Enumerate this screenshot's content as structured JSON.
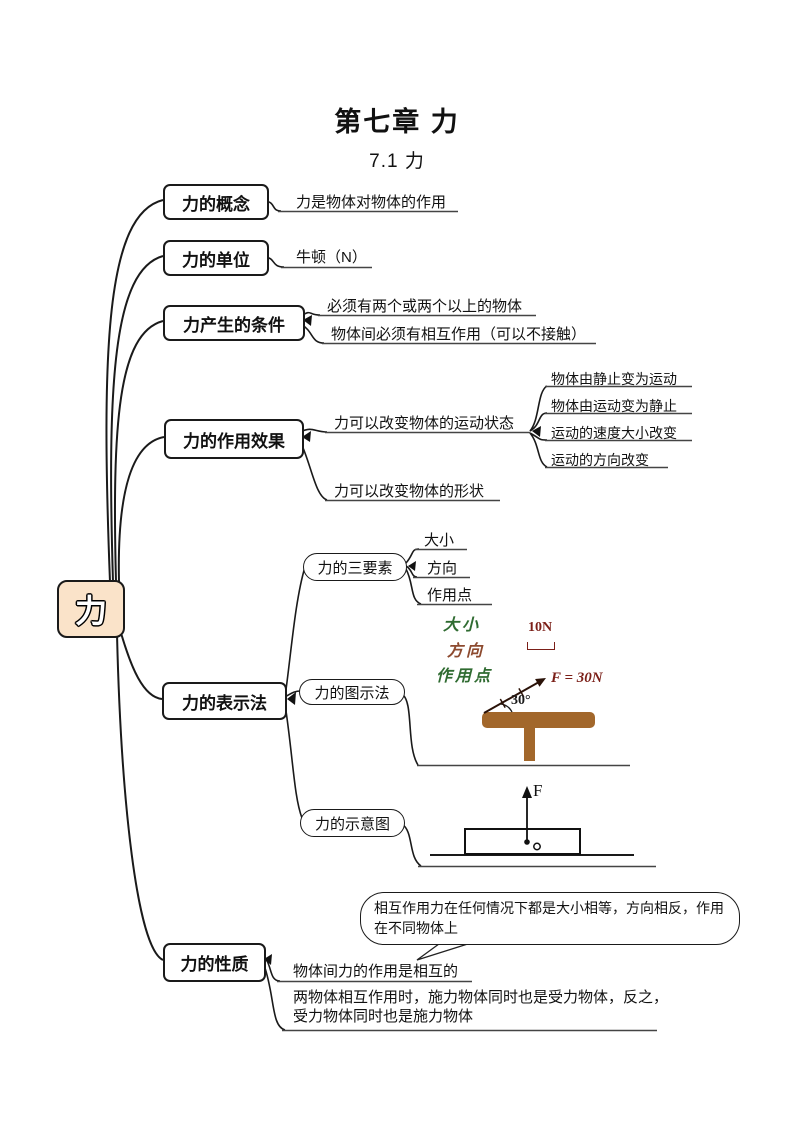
{
  "page": {
    "title": "第七章 力",
    "subtitle": "7.1 力"
  },
  "root": {
    "label": "力"
  },
  "branches": {
    "concept": {
      "label": "力的概念",
      "leaf": "力是物体对物体的作用"
    },
    "unit": {
      "label": "力的单位",
      "leaf": "牛顿（N）"
    },
    "conditions": {
      "label": "力产生的条件",
      "leaf1": "必须有两个或两个以上的物体",
      "leaf2": "物体间必须有相互作用（可以不接触）"
    },
    "effects": {
      "label": "力的作用效果",
      "leaf1": "力可以改变物体的运动状态",
      "leaf2": "力可以改变物体的形状",
      "sub1": "物体由静止变为运动",
      "sub2": "物体由运动变为静止",
      "sub3": "运动的速度大小改变",
      "sub4": "运动的方向改变"
    },
    "representation": {
      "label": "力的表示法",
      "three_elements": "力的三要素",
      "elem1": "大小",
      "elem2": "方向",
      "elem3": "作用点",
      "diagram_method": "力的图示法",
      "schematic": "力的示意图"
    },
    "properties": {
      "label": "力的性质",
      "callout": "相互作用力在任何情况下都是大小相等，方向相反，作用在不同物体上",
      "leaf1": "物体间力的作用是相互的",
      "leaf2": "两物体相互作用时，施力物体同时也是受力物体，反之，受力物体同时也是施力物体"
    }
  },
  "figure_force_diagram": {
    "label_magnitude": "大小",
    "label_direction": "方向",
    "label_point": "作用点",
    "scale": "10N",
    "force": "F = 30N",
    "angle": "30°"
  },
  "figure_schematic": {
    "force": "F"
  },
  "colors": {
    "root_bg": "#fae3c9",
    "hand_green": "#2f6b31",
    "hand_brown": "#8d4a2f",
    "dark_red": "#7b1f18",
    "table_brown": "#a2672b"
  }
}
